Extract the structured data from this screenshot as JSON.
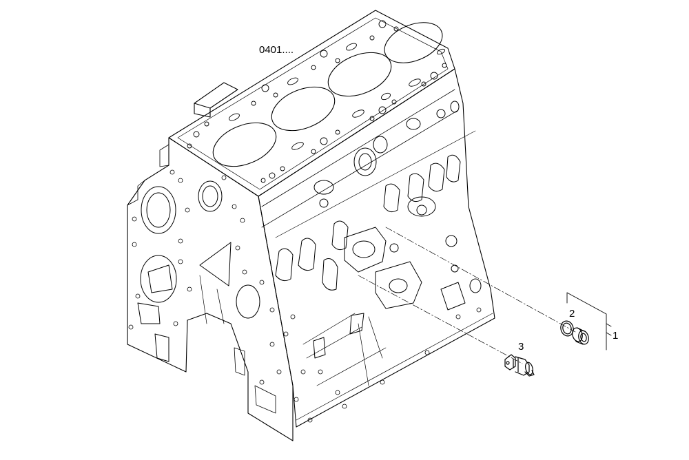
{
  "diagram": {
    "reference_label": "0401....",
    "callouts": [
      {
        "id": "1",
        "text": "1"
      },
      {
        "id": "2",
        "text": "2"
      },
      {
        "id": "3",
        "text": "3"
      }
    ],
    "colors": {
      "line": "#000000",
      "background": "#ffffff"
    }
  }
}
